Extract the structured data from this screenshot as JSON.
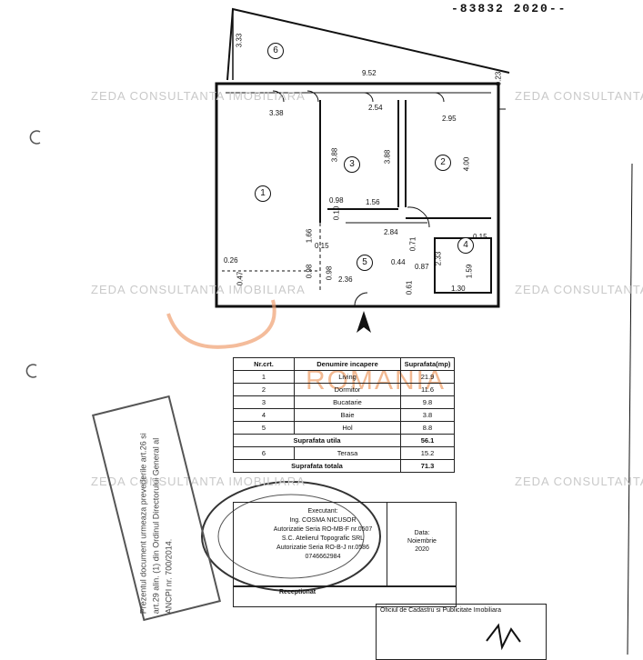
{
  "document": {
    "number": "-83832 2020--",
    "watermark": "ZEDA CONSULTANTA IMOBILIARA",
    "watermark_country": "ROMANIA"
  },
  "floorplan": {
    "room_labels": [
      "1",
      "2",
      "3",
      "4",
      "5",
      "6"
    ],
    "dimensions": {
      "terrace_left": "3.33",
      "total_width": "9.52",
      "terrace_right": "0.23",
      "living_width": "3.38",
      "kitchen_width": "2.54",
      "bedroom_width": "2.95",
      "living_height": "3.88",
      "kitchen_height": "3.88",
      "bedroom_height": "4.00",
      "d_098": "0.98",
      "d_156": "1.56",
      "d_010": "0.10",
      "d_284": "2.84",
      "d_166": "1.66",
      "d_015a": "0.15",
      "d_071": "0.71",
      "d_015b": "0.15",
      "d_026": "0.26",
      "d_044": "0.44",
      "d_087": "0.87",
      "d_233": "2.33",
      "d_159": "1.59",
      "d_047": "0.47",
      "d_236": "2.36",
      "d_098b": "0.98",
      "d_098c": "0.98",
      "d_061": "0.61",
      "d_130": "1.30"
    }
  },
  "rooms_table": {
    "headers": [
      "Nr.crt.",
      "Denumire incapere",
      "Suprafata(mp)"
    ],
    "rows": [
      {
        "nr": "1",
        "name": "Living",
        "area": "21.9"
      },
      {
        "nr": "2",
        "name": "Dormitor",
        "area": "11.6"
      },
      {
        "nr": "3",
        "name": "Bucatarie",
        "area": "9.8"
      },
      {
        "nr": "4",
        "name": "Baie",
        "area": "3.8"
      },
      {
        "nr": "5",
        "name": "Hol",
        "area": "8.8"
      }
    ],
    "useful_label": "Suprafata utila",
    "useful_value": "56.1",
    "terrace": {
      "nr": "6",
      "name": "Terasa",
      "area": "15.2"
    },
    "total_label": "Suprafata totala",
    "total_value": "71.3"
  },
  "executant": {
    "line1": "Executant:",
    "line2": "Ing. COSMA NICUSOR",
    "line3": "Autorizatie Seria RO-MB-F nr.0507",
    "line4": "S.C. Atelierul Topografic SRL",
    "line5": "Autorizatie Seria RO-B-J nr.0586",
    "line6": "0746662984",
    "date_label": "Data:",
    "date_month": "Noiembrie",
    "date_year": "2020"
  },
  "receptionist": "Receptionat",
  "ocpi_box": {
    "line1": "Oficiul de Cadastru si Publicitate Imobiliara"
  },
  "stamp_text": "Prezentul document urmeaza prevederile art.26 si art.29 alin. (1) din Ordinul Directorului General al ANCPI nr. 700/2014."
}
